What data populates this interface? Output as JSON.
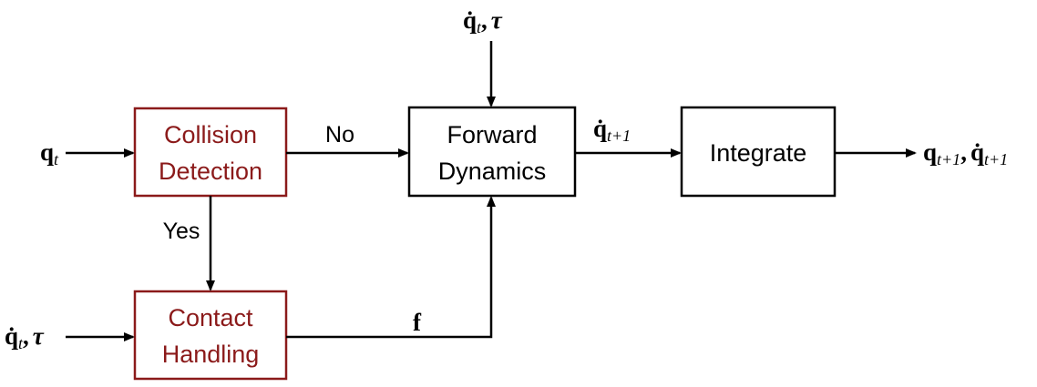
{
  "nodes": {
    "collision": {
      "line1": "Collision",
      "line2": "Detection",
      "color": "#8b1a1a"
    },
    "contact": {
      "line1": "Contact",
      "line2": "Handling",
      "color": "#8b1a1a"
    },
    "forward": {
      "line1": "Forward",
      "line2": "Dynamics",
      "color": "#000000"
    },
    "integrate": {
      "label": "Integrate",
      "color": "#000000"
    }
  },
  "edges": {
    "no_label": "No",
    "yes_label": "Yes"
  },
  "math": {
    "q": "q",
    "qdot": "q̇",
    "tau": "τ",
    "sub_t": "t",
    "sub_t1": "t+1",
    "comma": ",",
    "f": "f"
  }
}
